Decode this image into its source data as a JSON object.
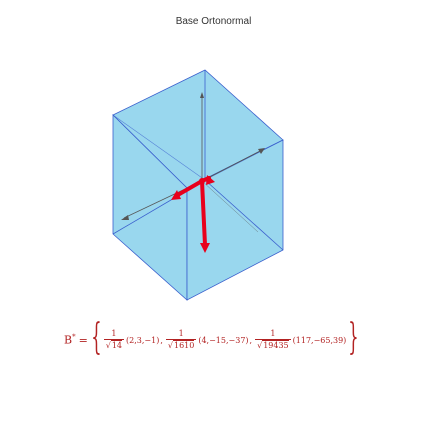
{
  "title": "Base Ortonormal",
  "formula": {
    "lhs": "B",
    "lhs_sup": "*",
    "equals": "=",
    "open_brace": "{",
    "close_brace": "}",
    "separator": ",",
    "terms": [
      {
        "numerator": "1",
        "radical": "√",
        "radicand": "14",
        "vector": "(2,3,−1)"
      },
      {
        "numerator": "1",
        "radical": "√",
        "radicand": "1610",
        "vector": "(4,−15,−37)"
      },
      {
        "numerator": "1",
        "radical": "√",
        "radicand": "19435",
        "vector": "(117,−65,39)"
      }
    ]
  },
  "colors": {
    "cube_fill": "#99d7ee",
    "cube_edge": "#3a5fcd",
    "vector_color": "#e8001c",
    "formula_color": "#b22222"
  }
}
